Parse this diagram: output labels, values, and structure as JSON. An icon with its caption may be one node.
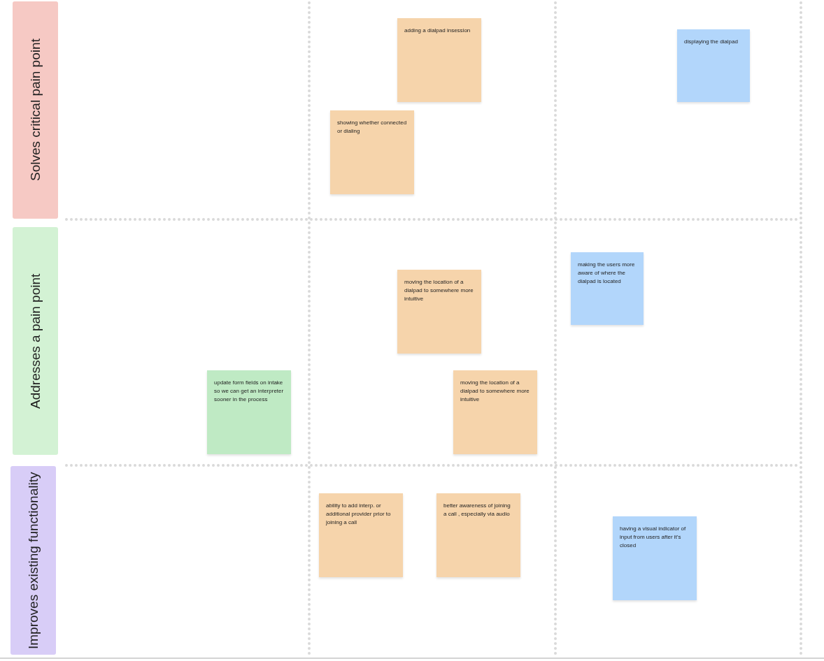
{
  "diagram": {
    "nodes": [
      {
        "text": [
          "Solves critical pain point"
        ]
      },
      {
        "text": [
          "adding a dialpad insession"
        ]
      },
      {
        "text": [
          "displaying the dialpad"
        ]
      },
      {
        "text": [
          "showing whether connected or dialing"
        ]
      },
      {
        "text": [
          "Addresses a pain point"
        ]
      },
      {
        "text": [
          "making the users more aware of where the dialpad is located"
        ]
      },
      {
        "text": [
          "moving the location of a dialpad to somewhere more intuitive"
        ]
      },
      {
        "text": [
          "update form fields on intake so we can get an interpreter sooner in the process"
        ]
      },
      {
        "text": [
          "moving the location of a dialpad to somewhere more intuitive"
        ]
      },
      {
        "text": [
          "Improves existing functionality"
        ]
      },
      {
        "text": [
          "ability to add interp. or additional provider prior to joining a call"
        ]
      },
      {
        "text": [
          "better awareness of joining a call , especially via audio"
        ]
      },
      {
        "text": [
          "having a visual indicator of input from users after it’s closed"
        ]
      }
    ],
    "edges": []
  }
}
